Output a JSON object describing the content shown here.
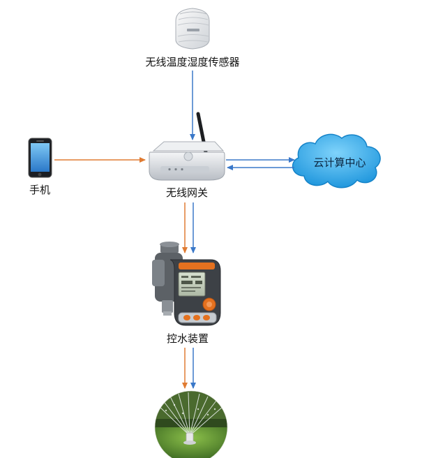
{
  "nodes": {
    "sensor": {
      "label": "无线温度湿度传感器"
    },
    "phone": {
      "label": "手机"
    },
    "gateway": {
      "label": "无线网关"
    },
    "cloud": {
      "label": "云计算中心"
    },
    "controller": {
      "label": "控水装置"
    },
    "sprinkler": {
      "label": ""
    }
  },
  "colors": {
    "blue_arrow": "#3a78c9",
    "orange_arrow": "#e07b32",
    "cloud_fill": "#2aa6e6",
    "cloud_edge": "#1583c8"
  },
  "icons": {
    "sensor": "sensor-device-icon",
    "phone": "smartphone-icon",
    "gateway": "wireless-router-icon",
    "cloud": "cloud-icon",
    "controller": "water-timer-icon",
    "sprinkler": "sprinkler-icon"
  }
}
